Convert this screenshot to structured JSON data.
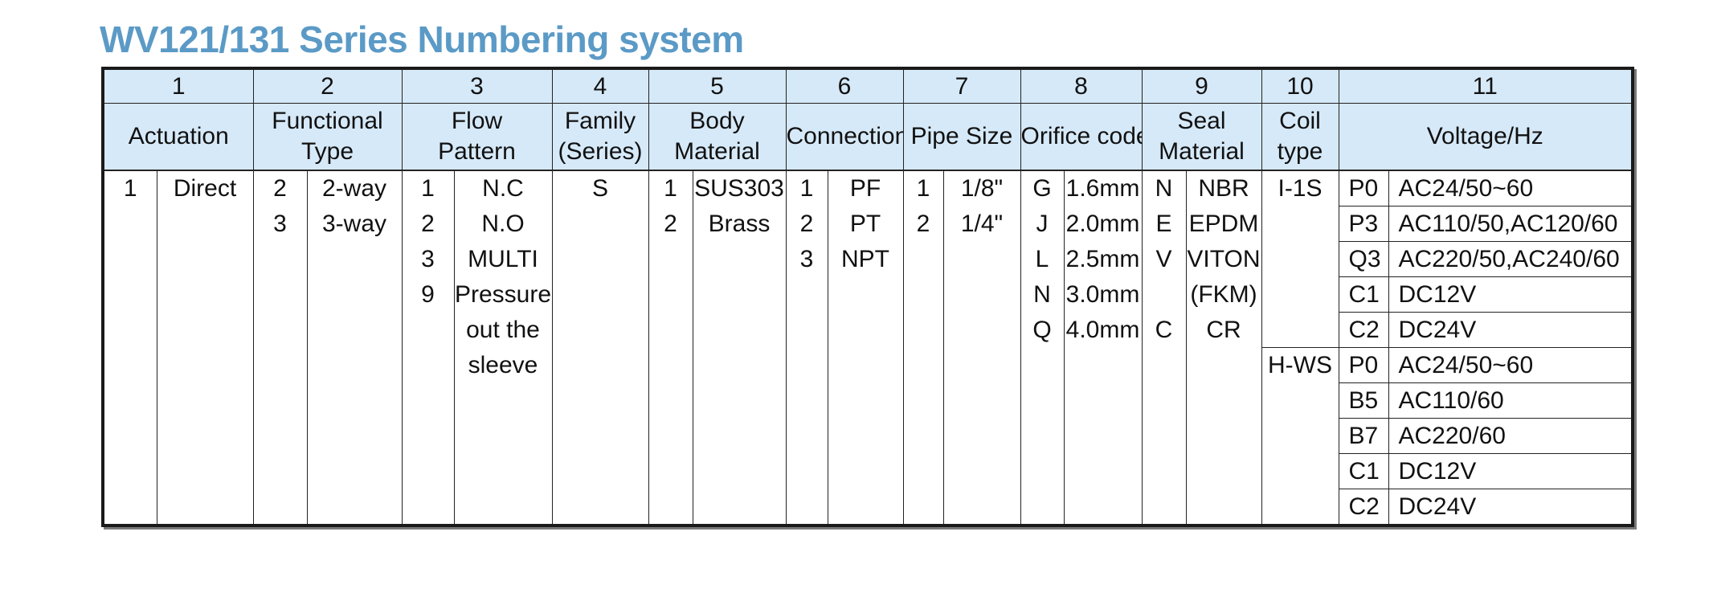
{
  "title": "WV121/131 Series Numbering system",
  "columns": [
    {
      "num": "1",
      "label": [
        "Actuation"
      ]
    },
    {
      "num": "2",
      "label": [
        "Functional",
        "Type"
      ]
    },
    {
      "num": "3",
      "label": [
        "Flow",
        "Pattern"
      ]
    },
    {
      "num": "4",
      "label": [
        "Family",
        "(Series)"
      ]
    },
    {
      "num": "5",
      "label": [
        "Body",
        "Material"
      ]
    },
    {
      "num": "6",
      "label": [
        "Connection"
      ]
    },
    {
      "num": "7",
      "label": [
        "Pipe Size"
      ]
    },
    {
      "num": "8",
      "label": [
        "Orifice code"
      ]
    },
    {
      "num": "9",
      "label": [
        "Seal",
        "Material"
      ]
    },
    {
      "num": "10",
      "label": [
        "Coil",
        "type"
      ]
    },
    {
      "num": "11",
      "label": [
        "Voltage/Hz"
      ]
    }
  ],
  "actuation": [
    {
      "code": "1",
      "text": "Direct"
    }
  ],
  "functional_type": [
    {
      "code": "2",
      "text": "2-way"
    },
    {
      "code": "3",
      "text": "3-way"
    }
  ],
  "flow_pattern": [
    {
      "code": "1",
      "text": "N.C"
    },
    {
      "code": "2",
      "text": "N.O"
    },
    {
      "code": "3",
      "text": "MULTI"
    },
    {
      "code": "9",
      "text": "Pressure"
    },
    {
      "code": "",
      "text": "out the"
    },
    {
      "code": "",
      "text": "sleeve"
    }
  ],
  "family": "S",
  "body_material": [
    {
      "code": "1",
      "text": "SUS303"
    },
    {
      "code": "2",
      "text": "Brass"
    }
  ],
  "connection": [
    {
      "code": "1",
      "text": "PF"
    },
    {
      "code": "2",
      "text": "PT"
    },
    {
      "code": "3",
      "text": "NPT"
    }
  ],
  "pipe_size": [
    {
      "code": "1",
      "text": "1/8\""
    },
    {
      "code": "2",
      "text": "1/4\""
    }
  ],
  "orifice": [
    {
      "code": "G",
      "text": "1.6mm"
    },
    {
      "code": "J",
      "text": "2.0mm"
    },
    {
      "code": "L",
      "text": "2.5mm"
    },
    {
      "code": "N",
      "text": "3.0mm"
    },
    {
      "code": "Q",
      "text": "4.0mm"
    }
  ],
  "seal": [
    {
      "code": "N",
      "text": "NBR"
    },
    {
      "code": "E",
      "text": "EPDM"
    },
    {
      "code": "V",
      "text": "VITON"
    },
    {
      "code": "",
      "text": "(FKM)"
    },
    {
      "code": "C",
      "text": "CR"
    }
  ],
  "coil_types": [
    "I-1S",
    "H-WS"
  ],
  "voltages": [
    {
      "code": "P0",
      "text": "AC24/50~60"
    },
    {
      "code": "P3",
      "text": "AC110/50,AC120/60"
    },
    {
      "code": "Q3",
      "text": "AC220/50,AC240/60"
    },
    {
      "code": "C1",
      "text": "DC12V"
    },
    {
      "code": "C2",
      "text": "DC24V"
    },
    {
      "code": "P0",
      "text": "AC24/50~60"
    },
    {
      "code": "B5",
      "text": "AC110/60"
    },
    {
      "code": "B7",
      "text": "AC220/60"
    },
    {
      "code": "C1",
      "text": "DC12V"
    },
    {
      "code": "C2",
      "text": "DC24V"
    }
  ]
}
